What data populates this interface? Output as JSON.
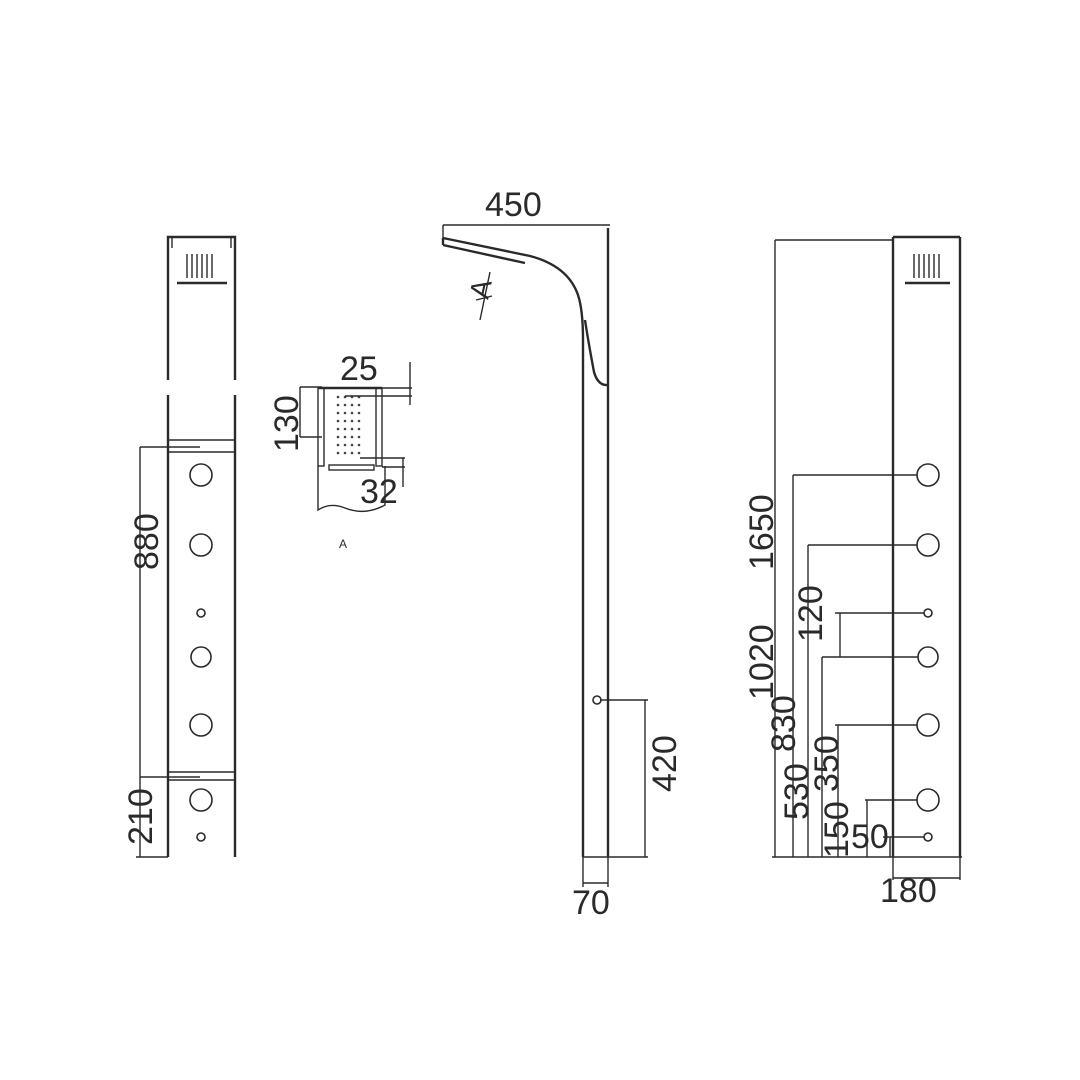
{
  "front_view": {
    "dim_880": "880",
    "dim_210": "210"
  },
  "detail_a": {
    "dim_25": "25",
    "dim_130": "130",
    "dim_32": "32",
    "label": "A"
  },
  "side_view": {
    "dim_450": "450",
    "dim_420": "420",
    "dim_70": "70",
    "section_label": "A"
  },
  "right_view": {
    "dim_1650": "1650",
    "dim_1020": "1020",
    "dim_830": "830",
    "dim_530": "530",
    "dim_120": "120",
    "dim_350": "350",
    "dim_150": "150",
    "dim_50": "50",
    "dim_180": "180"
  }
}
